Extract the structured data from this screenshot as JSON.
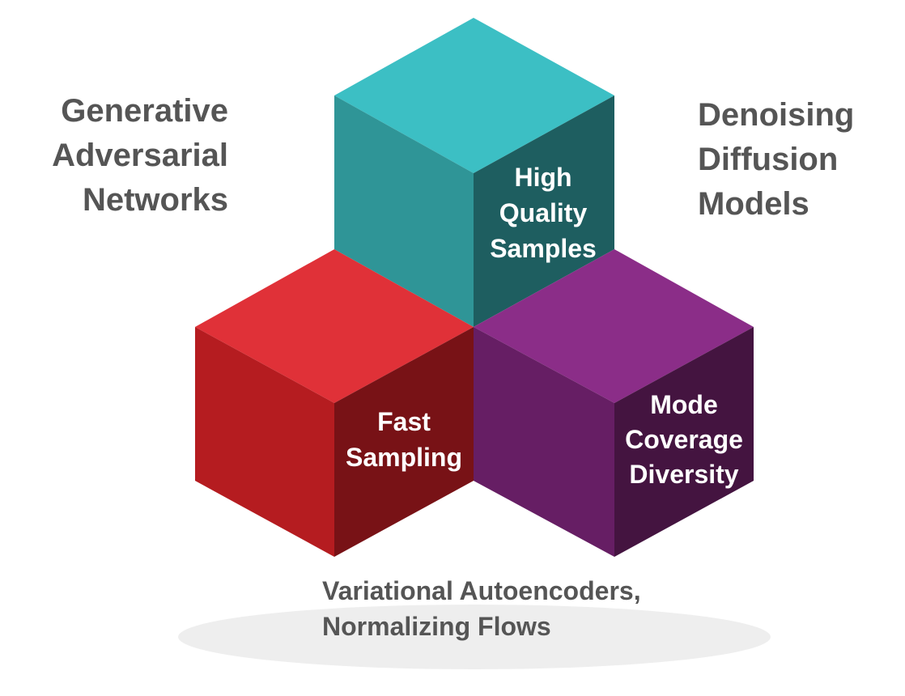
{
  "labels": {
    "top_left": [
      "Generative",
      "Adversarial",
      "Networks"
    ],
    "top_right": [
      "Denoising",
      "Diffusion",
      "Models"
    ],
    "bottom": [
      "Variational Autoencoders,",
      "Normalizing Flows"
    ]
  },
  "cubes": {
    "teal": {
      "label": [
        "High",
        "Quality",
        "Samples"
      ],
      "colors": {
        "top": "#3cbfc4",
        "left": "#2f9597",
        "right": "#1e5e60"
      }
    },
    "red": {
      "label": [
        "Fast",
        "Sampling"
      ],
      "colors": {
        "top": "#e03138",
        "left": "#b51c20",
        "right": "#781216"
      }
    },
    "purple": {
      "label": [
        "Mode",
        "Coverage",
        "Diversity"
      ],
      "colors": {
        "top": "#8b2d88",
        "left": "#661e64",
        "right": "#441440"
      }
    }
  },
  "ground_shadow_color": "#eeeeee"
}
